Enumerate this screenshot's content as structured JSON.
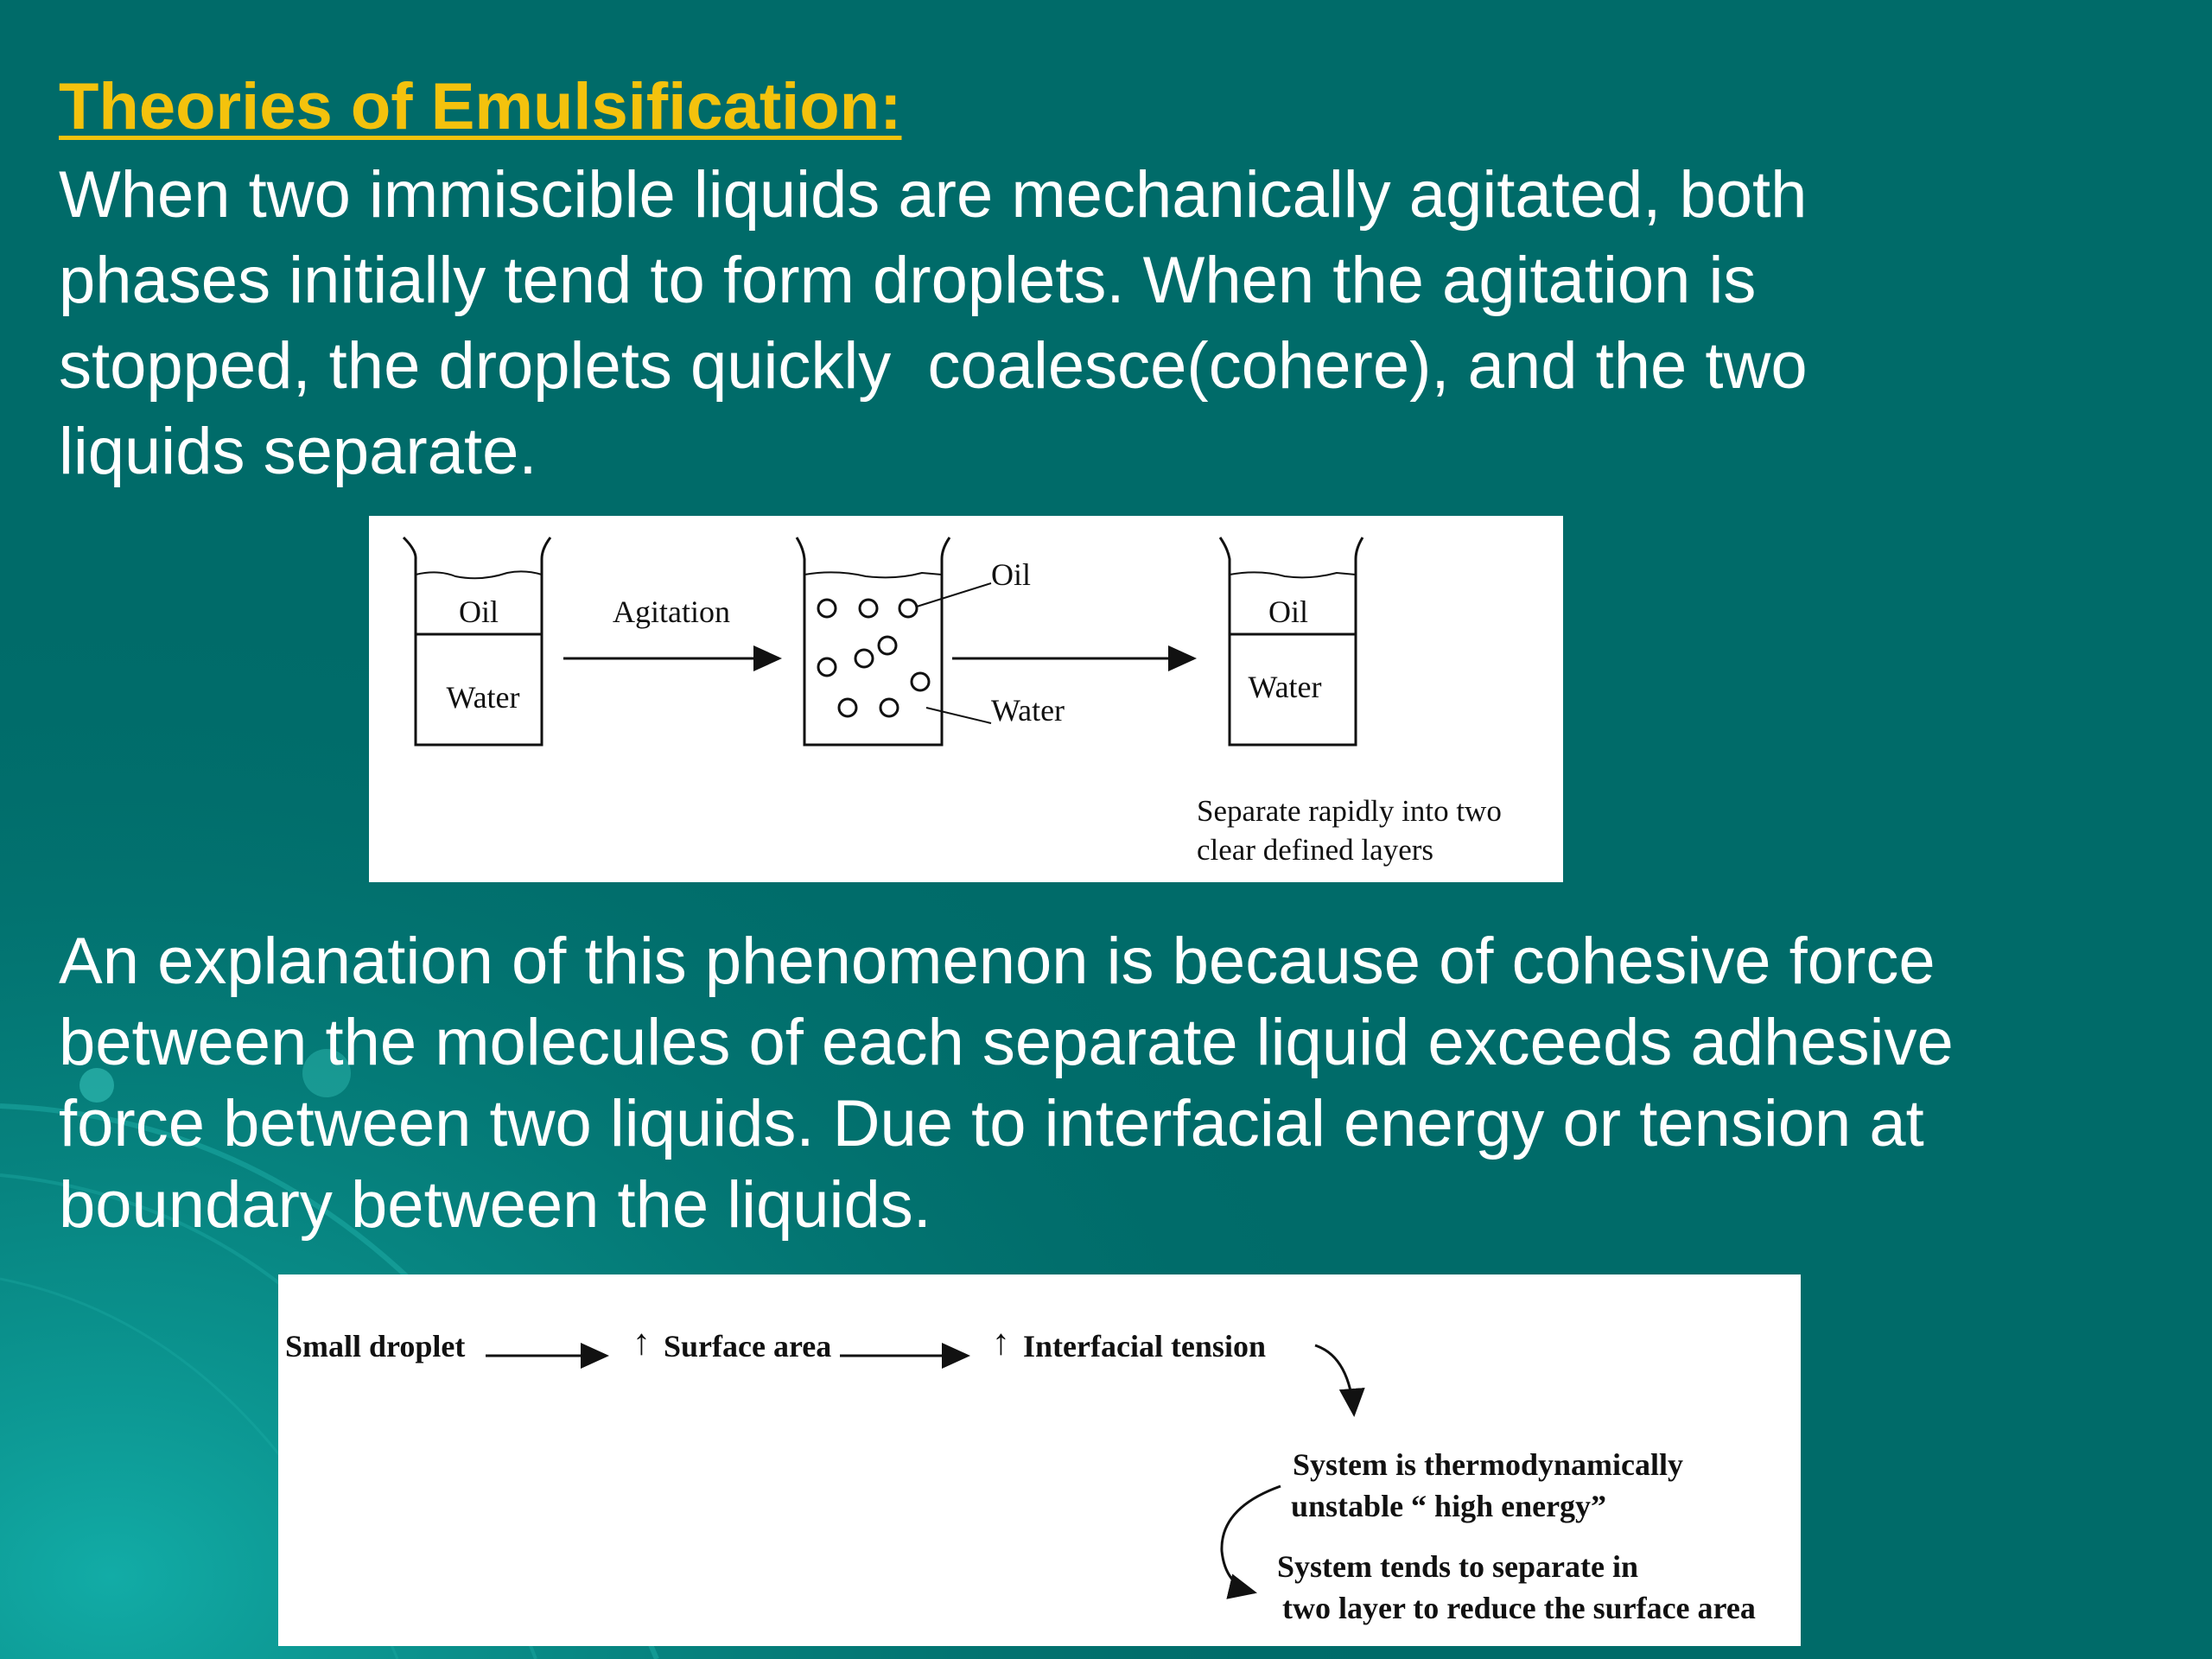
{
  "slide": {
    "title": "Theories of Emulsification:",
    "paragraph1": [
      "When two immiscible liquids are mechanically agitated, both",
      "phases initially tend to form droplets. When the agitation is",
      "stopped, the droplets quickly  coalesce(cohere), and the two",
      "liquids separate."
    ],
    "paragraph2": [
      "An explanation of this phenomenon is because of cohesive force",
      "between the molecules of each separate liquid exceeds adhesive",
      "force between two liquids. Due to interfacial energy or tension at",
      "boundary between the liquids."
    ]
  },
  "diagram1": {
    "beaker1": {
      "top_label": "Oil",
      "bottom_label": "Water"
    },
    "arrow1_label": "Agitation",
    "beaker2": {
      "oil_label": "Oil",
      "water_label": "Water"
    },
    "beaker3": {
      "top_label": "Oil",
      "bottom_label": "Water"
    },
    "caption": [
      "Separate rapidly into two",
      "clear defined layers"
    ]
  },
  "diagram2": {
    "step1": "Small droplet",
    "step2": "Surface area",
    "step3": "Interfacial tension",
    "step4": [
      "System is thermodynamically",
      "unstable “ high energy”"
    ],
    "step5": [
      "System tends to separate in",
      "two layer to reduce the surface area"
    ],
    "up_arrow": "↑"
  },
  "colors": {
    "background": "#006b69",
    "title": "#f4c20d",
    "text": "#ffffff"
  }
}
